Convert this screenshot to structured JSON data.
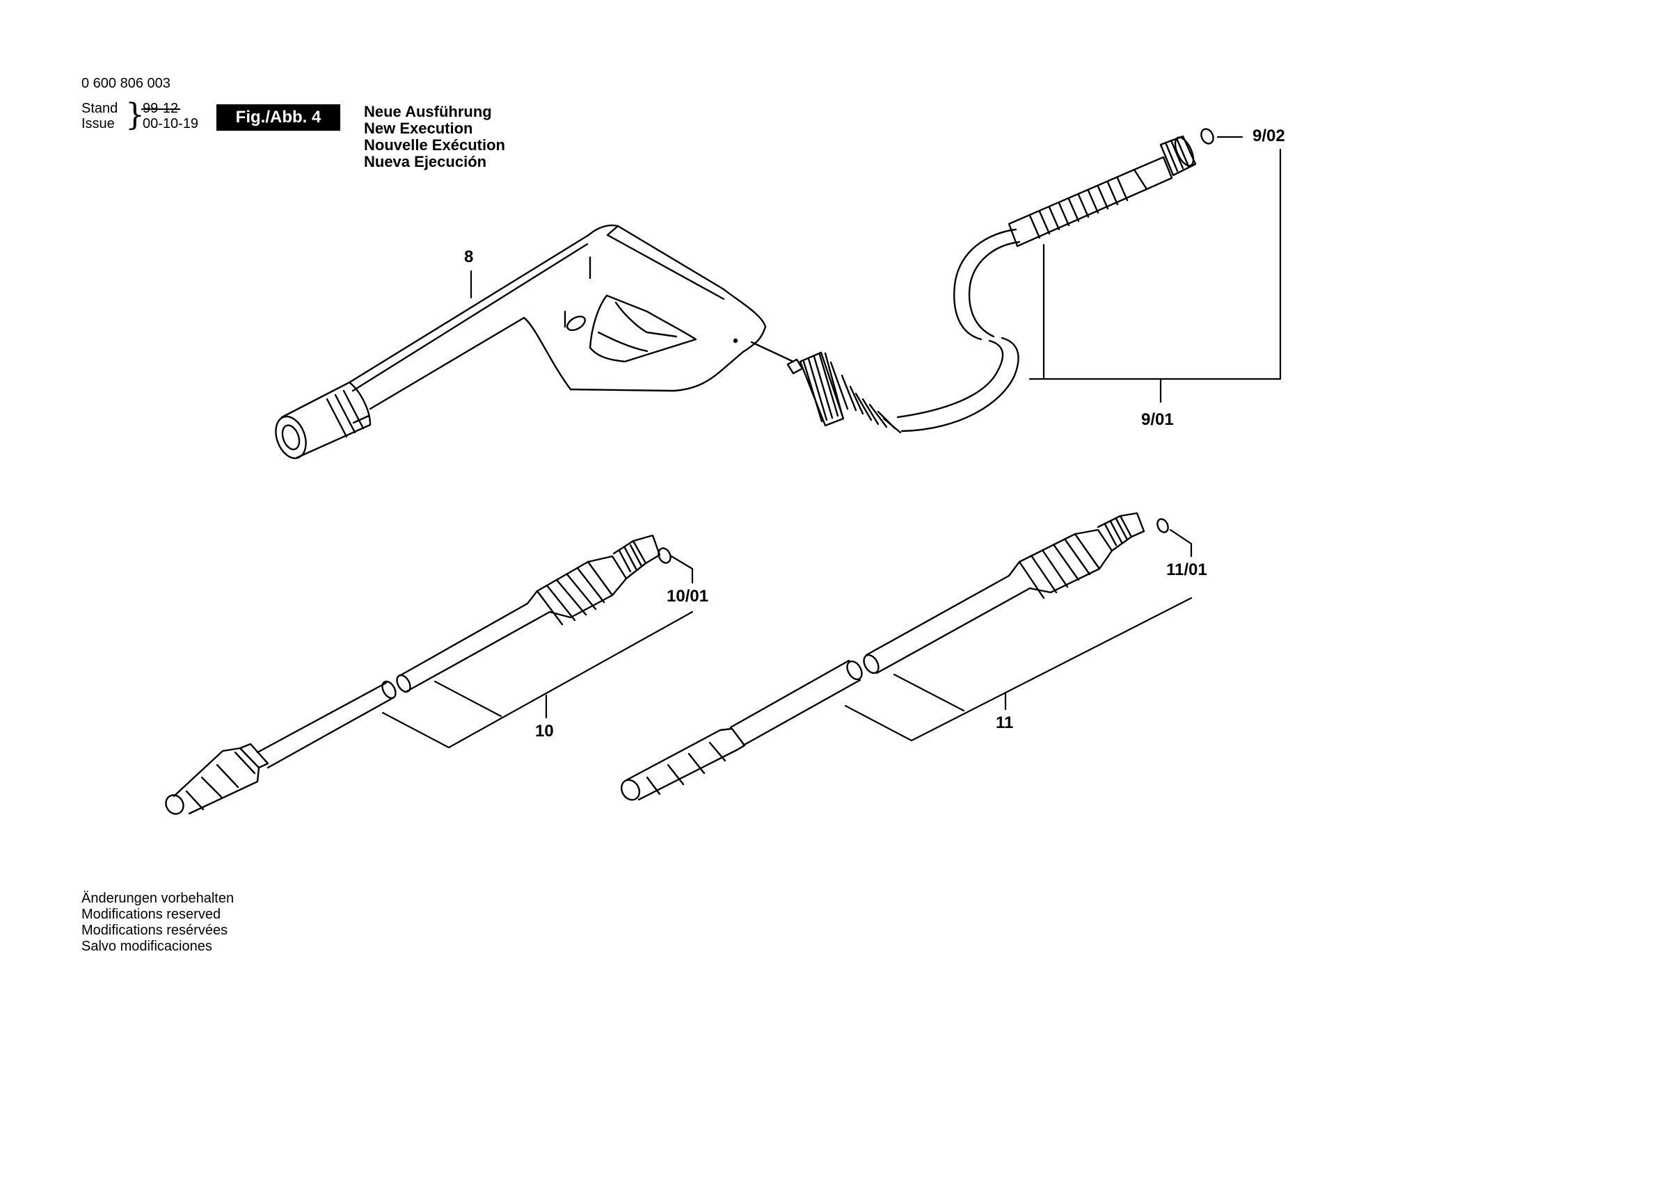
{
  "header": {
    "document_number": "0 600 806 003",
    "stand_label": "Stand",
    "issue_label": "Issue",
    "stand_date": "99-12",
    "issue_date": "00-10-19",
    "figure_label": "Fig./Abb. 4",
    "execution_lines": [
      "Neue Ausführung",
      "New Execution",
      "Nouvelle Exécution",
      "Nueva Ejecución"
    ]
  },
  "callouts": {
    "p8": "8",
    "p9_01": "9/01",
    "p9_02": "9/02",
    "p10": "10",
    "p10_01": "10/01",
    "p11": "11",
    "p11_01": "11/01"
  },
  "footer": {
    "lines": [
      "Änderungen vorbehalten",
      "Modifications reserved",
      "Modifications resérvées",
      "Salvo modificaciones"
    ]
  },
  "colors": {
    "ink": "#000000",
    "paper": "#ffffff"
  }
}
